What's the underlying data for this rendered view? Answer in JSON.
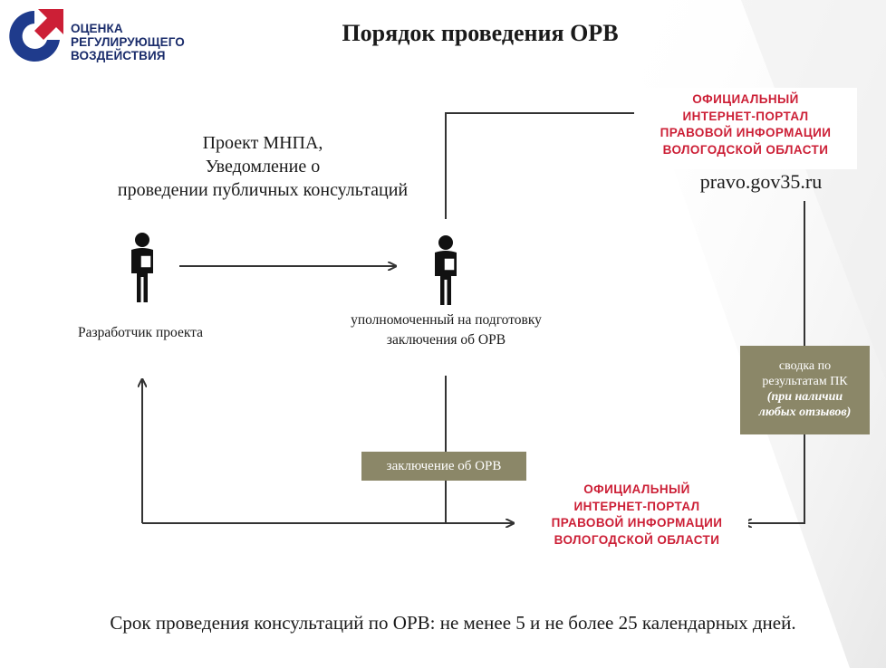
{
  "logo": {
    "lines": [
      "ОЦЕНКА",
      "РЕГУЛИРУЮЩЕГО",
      "ВОЗДЕЙСТВИЯ"
    ],
    "colors": {
      "blue": "#1f3b8c",
      "red": "#cc1f36"
    }
  },
  "title": "Порядок проведения ОРВ",
  "portal_top": {
    "lines": [
      "ОФИЦИАЛЬНЫЙ",
      "ИНТЕРНЕТ-ПОРТАЛ",
      "ПРАВОВОЙ ИНФОРМАЦИИ",
      "ВОЛОГОДСКОЙ ОБЛАСТИ"
    ]
  },
  "portal_bottom": {
    "lines": [
      "ОФИЦИАЛЬНЫЙ",
      "ИНТЕРНЕТ-ПОРТАЛ",
      "ПРАВОВОЙ ИНФОРМАЦИИ",
      "ВОЛОГОДСКОЙ ОБЛАСТИ"
    ]
  },
  "url": "pravo.gov35.ru",
  "project_text": [
    "Проект МНПА,",
    "Уведомление о",
    "проведении публичных консультаций"
  ],
  "developer_label": "Разработчик  проекта",
  "authorized_label": [
    "уполномоченный  на подготовку",
    "заключения  об ОРВ"
  ],
  "summary_box": {
    "lines": [
      "сводка по",
      "результатам ПК"
    ],
    "italic_lines": [
      "(при наличии",
      "любых отзывов)"
    ]
  },
  "conclusion_box": "заключение об ОРВ",
  "footer": "Срок проведения консультаций по ОРВ: не менее 5 и не более 25 календарных дней.",
  "colors": {
    "accent_red": "#cc1f36",
    "box_olive": "#8b8768",
    "line": "#333333"
  },
  "icons": [
    "person-icon",
    "document-icon",
    "arrow-icon"
  ]
}
